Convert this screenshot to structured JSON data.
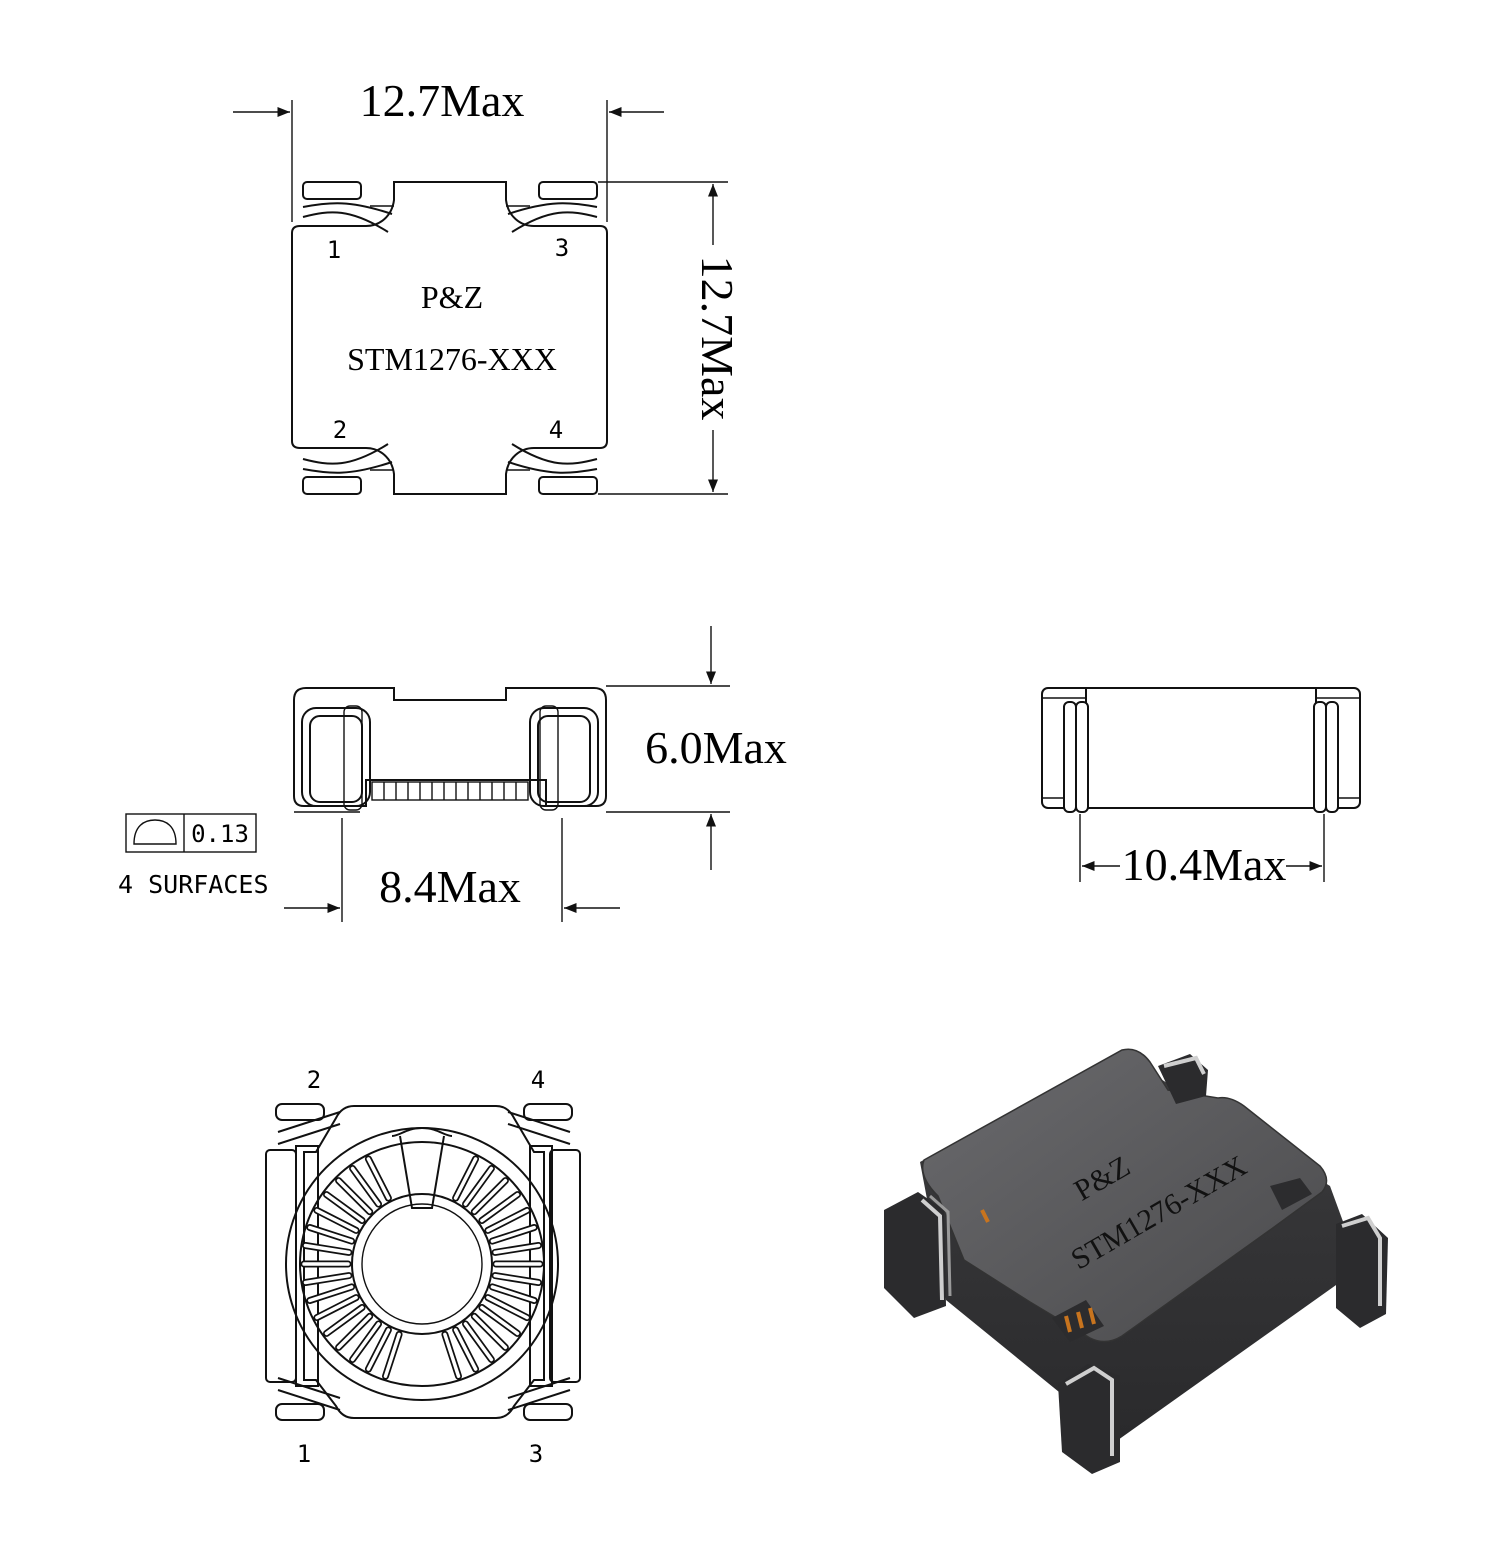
{
  "top_view": {
    "width_label": "12.7Max",
    "height_label": "12.7Max",
    "brand": "P&Z",
    "part_number": "STM1276-XXX",
    "pins": [
      "1",
      "3",
      "2",
      "4"
    ]
  },
  "side_view": {
    "height_label": "6.0Max",
    "lead_span_label": "8.4Max",
    "flatness_value": "0.13",
    "flatness_note": "4 SURFACES"
  },
  "end_view": {
    "length_label": "10.4Max"
  },
  "bottom_view": {
    "pins": [
      "2",
      "4",
      "1",
      "3"
    ]
  },
  "render_3d": {
    "brand": "P&Z",
    "part_number": "STM1276-XXX",
    "body_color": "#4a4a4c",
    "copper_color": "#c8741e"
  }
}
